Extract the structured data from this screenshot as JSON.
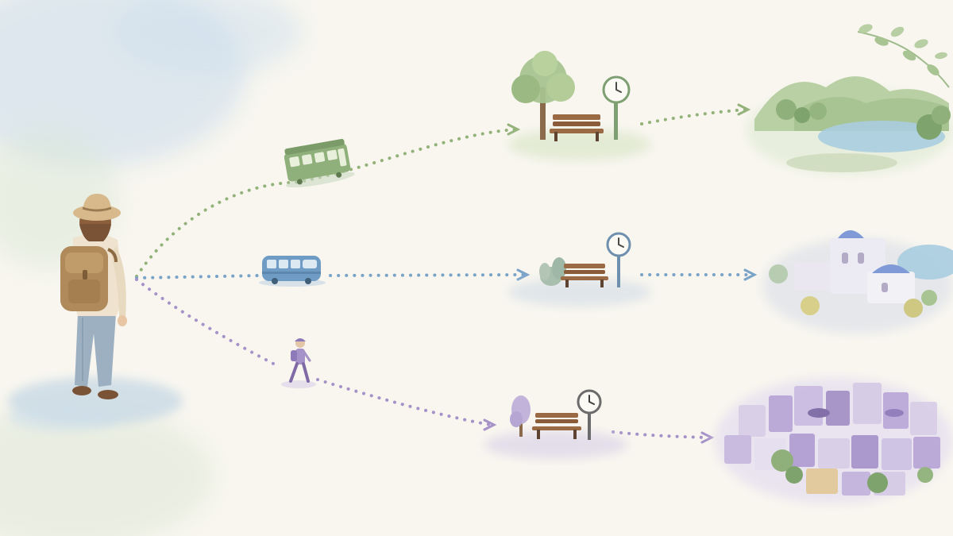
{
  "palette": {
    "paper": "#f8f6ef",
    "sky_wash": "#c9dcec",
    "green_route": "#93b27a",
    "blue_route": "#7aa3c8",
    "purple_route": "#a592c8",
    "bench_wood": "#9a6a45",
    "pole_green": "#7e9f72",
    "hat": "#d8b98c",
    "backpack": "#b08a5a",
    "jeans": "#9cb0c2",
    "shirt": "#efe3cf",
    "tram": "#8fb07a",
    "bus": "#6f9cc4",
    "water": "#a9cde0",
    "dome_blue": "#7f9ad6",
    "house_purple": "#b9a7d6"
  },
  "scene": {
    "traveler": {
      "icon": "traveler-with-backpack-icon"
    },
    "routes": [
      {
        "id": "green",
        "vehicle_icon": "tram-icon",
        "stop_icon": "bench-with-tree-and-clock-icon",
        "destination_icon": "lake-and-hills-landscape-icon"
      },
      {
        "id": "blue",
        "vehicle_icon": "bus-icon",
        "stop_icon": "bench-with-shrub-and-clock-icon",
        "destination_icon": "whitewashed-village-with-blue-domes-icon"
      },
      {
        "id": "purple",
        "vehicle_icon": "walking-person-icon",
        "stop_icon": "bench-with-small-tree-and-clock-icon",
        "destination_icon": "lavender-town-cluster-icon"
      }
    ]
  }
}
